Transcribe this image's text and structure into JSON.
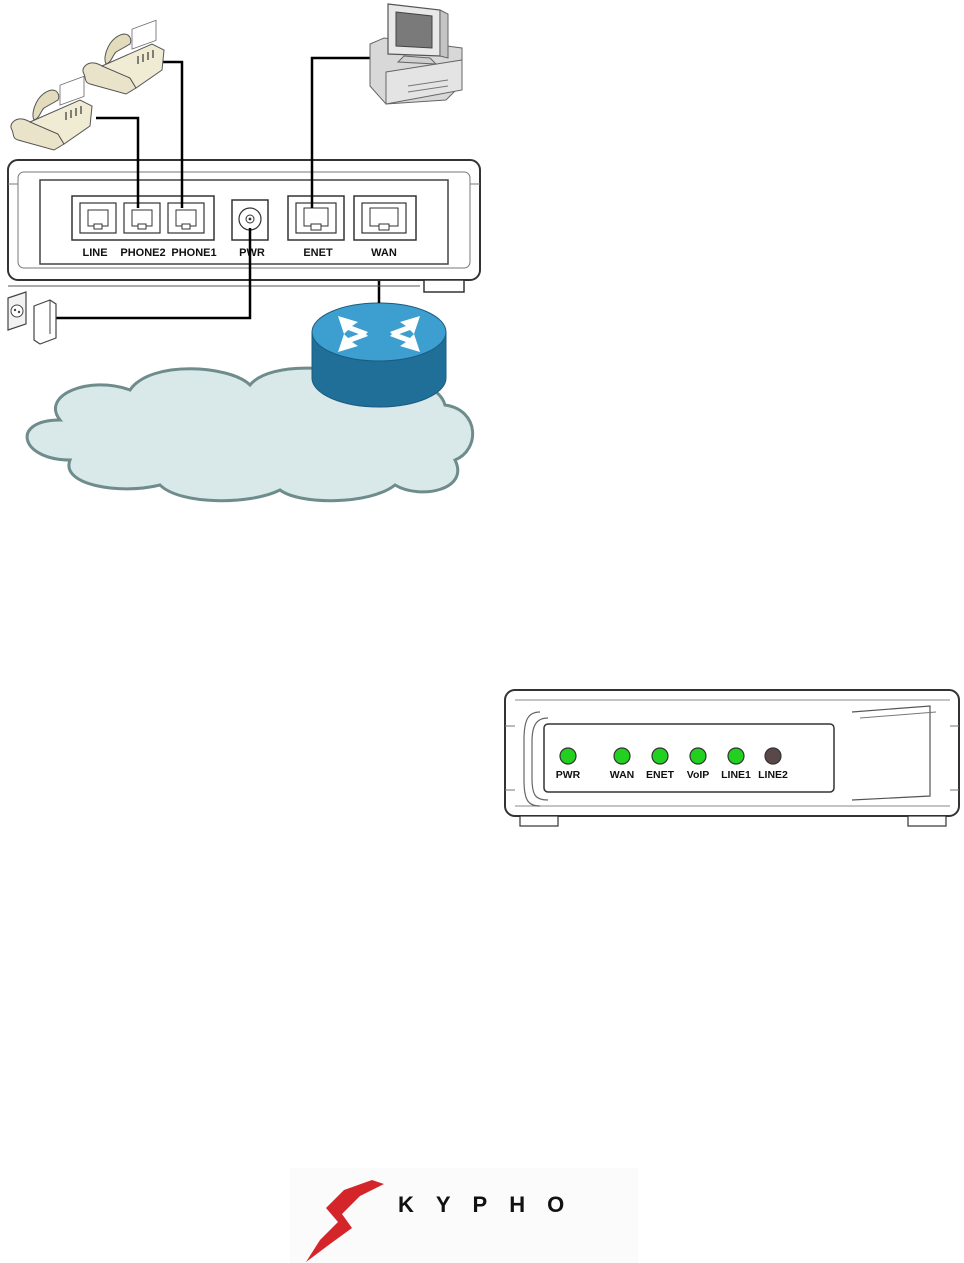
{
  "back_panel": {
    "ports": [
      {
        "id": "line",
        "label": "LINE"
      },
      {
        "id": "phone2",
        "label": "PHONE2"
      },
      {
        "id": "phone1",
        "label": "PHONE1"
      },
      {
        "id": "pwr",
        "label": "PWR"
      },
      {
        "id": "enet",
        "label": "ENET"
      },
      {
        "id": "wan",
        "label": "WAN"
      }
    ]
  },
  "front_panel": {
    "leds": [
      {
        "label": "PWR",
        "state": "on"
      },
      {
        "label": "WAN",
        "state": "on"
      },
      {
        "label": "ENET",
        "state": "on"
      },
      {
        "label": "VoIP",
        "state": "on"
      },
      {
        "label": "LINE1",
        "state": "on"
      },
      {
        "label": "LINE2",
        "state": "off"
      }
    ]
  },
  "colors": {
    "led_on": "#22d11f",
    "led_off": "#5a4848",
    "router": "#2a80ad",
    "router_top": "#3d9fcf",
    "cloud_fill": "#d9e8e8",
    "cloud_stroke": "#6e8c8c",
    "logo_red": "#d4262a"
  },
  "logo": {
    "text": "KYPHO"
  }
}
